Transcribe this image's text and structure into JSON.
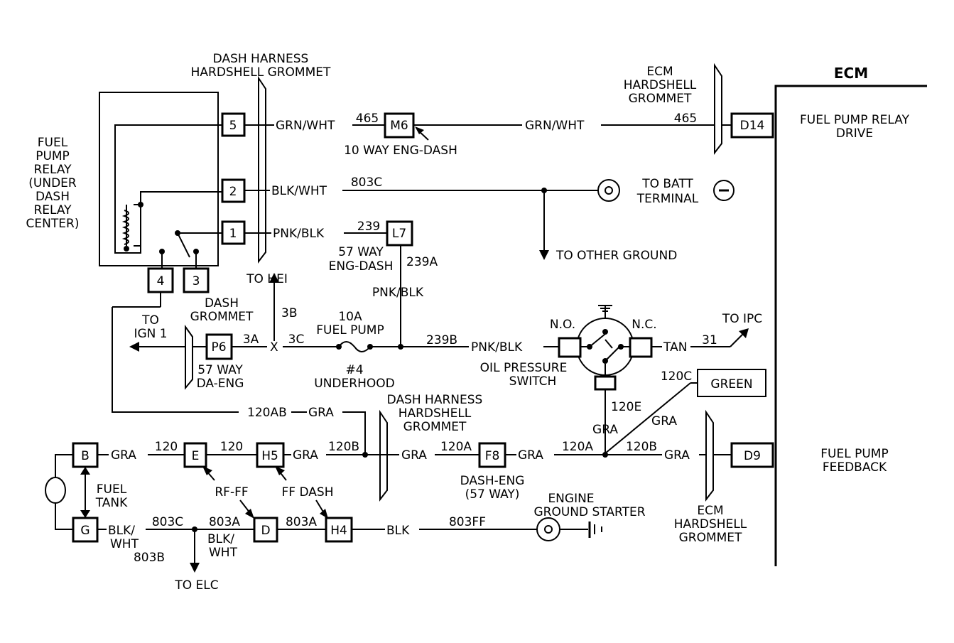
{
  "labels": {
    "dash_harness_grommet_top": [
      "DASH HARNESS",
      "HARDSHELL GROMMET"
    ],
    "ecm_grommet_top": [
      "ECM",
      "HARDSHELL",
      "GROMMET"
    ],
    "ecm_title": "ECM",
    "fuel_pump_relay_drive": [
      "FUEL PUMP RELAY",
      "DRIVE"
    ],
    "fuel_pump_relay": [
      "FUEL",
      "PUMP",
      "RELAY",
      "(UNDER",
      "DASH",
      "RELAY",
      "CENTER)"
    ],
    "ten_way": "10 WAY ENG-DASH",
    "to_batt": [
      "TO BATT",
      "TERMINAL"
    ],
    "to_other_ground": "TO OTHER GROUND",
    "way57_eng_dash": [
      "57 WAY",
      "ENG-DASH"
    ],
    "to_hei": "TO HEI",
    "dash_grommet": [
      "DASH",
      "GROMMET"
    ],
    "to_ign": [
      "TO",
      "IGN 1"
    ],
    "fuel_pump_fuse": [
      "10A",
      "FUEL PUMP"
    ],
    "underhood": [
      "#4",
      "UNDERHOOD"
    ],
    "way57_da_eng": [
      "57 WAY",
      "DA-ENG"
    ],
    "oil_pressure_switch": [
      "OIL PRESSURE",
      "SWITCH"
    ],
    "no": "N.O.",
    "nc": "N.C.",
    "to_ipc": "TO IPC",
    "green": "GREEN",
    "dash_harness_grommet_mid": [
      "DASH HARNESS",
      "HARDSHELL",
      "GROMMET"
    ],
    "fuel_pump_feedback": [
      "FUEL PUMP",
      "FEEDBACK"
    ],
    "fuel_tank": [
      "FUEL",
      "TANK"
    ],
    "rf_ff": "RF-FF",
    "ff_dash": "FF DASH",
    "dash_eng_57": [
      "DASH-ENG",
      "(57 WAY)"
    ],
    "engine_ground_starter": [
      "ENGINE",
      "GROUND STARTER"
    ],
    "ecm_grommet_bottom": [
      "ECM",
      "HARDSHELL",
      "GROMMET"
    ],
    "to_elc": "TO ELC"
  },
  "connectors": {
    "c5": "5",
    "c2": "2",
    "c1": "1",
    "c4": "4",
    "c3": "3",
    "m6": "M6",
    "l7": "L7",
    "d14": "D14",
    "p6": "P6",
    "b": "B",
    "g": "G",
    "e": "E",
    "h5": "H5",
    "d": "D",
    "h4": "H4",
    "f8": "F8",
    "d9": "D9"
  },
  "wires": {
    "grn_wht": "GRN/WHT",
    "c465": "465",
    "blk_wht": "BLK/WHT",
    "c803c": "803C",
    "pnk_blk": "PNK/BLK",
    "c239": "239",
    "c239a": "239A",
    "c3b": "3B",
    "c3a": "3A",
    "x": "X",
    "c3c": "3C",
    "c239b": "239B",
    "tan": "TAN",
    "c31": "31",
    "c120c": "120C",
    "c120e": "120E",
    "gra": "GRA",
    "c120ab": "120AB",
    "c120": "120",
    "c120b": "120B",
    "c120a": "120A",
    "blk_slash": "BLK/",
    "wht": "WHT",
    "c803b": "803B",
    "c803a": "803A",
    "blk": "BLK",
    "c803ff": "803FF"
  }
}
